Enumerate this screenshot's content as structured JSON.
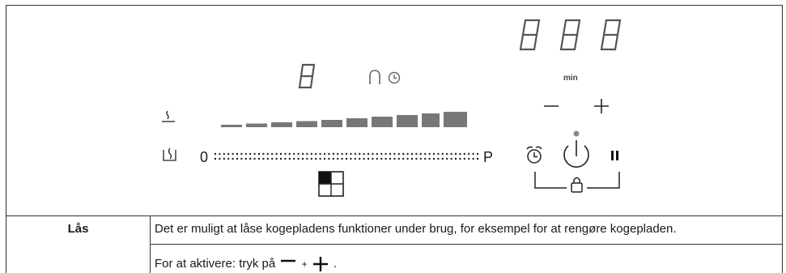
{
  "panel": {
    "zone_display": "8",
    "timer_display": [
      "8",
      "8",
      "8"
    ],
    "timer_unit": "min",
    "level_min_label": "0",
    "level_max_label": "P"
  },
  "table": {
    "row_label": "Lås",
    "description": "Det er muligt at låse kogepladens funktioner under brug, for eksempel for at rengøre kogepladen.",
    "instruction_prefix": "For at aktivere: tryk på",
    "instruction_joiner": "+",
    "instruction_suffix": "."
  },
  "icons": [
    "keep-warm-icon",
    "bridge-icon",
    "zone-timer-icon",
    "steam-icon",
    "zone-selector-icon",
    "minus-icon",
    "plus-icon",
    "alarm-clock-icon",
    "power-icon",
    "pause-icon",
    "lock-icon"
  ]
}
